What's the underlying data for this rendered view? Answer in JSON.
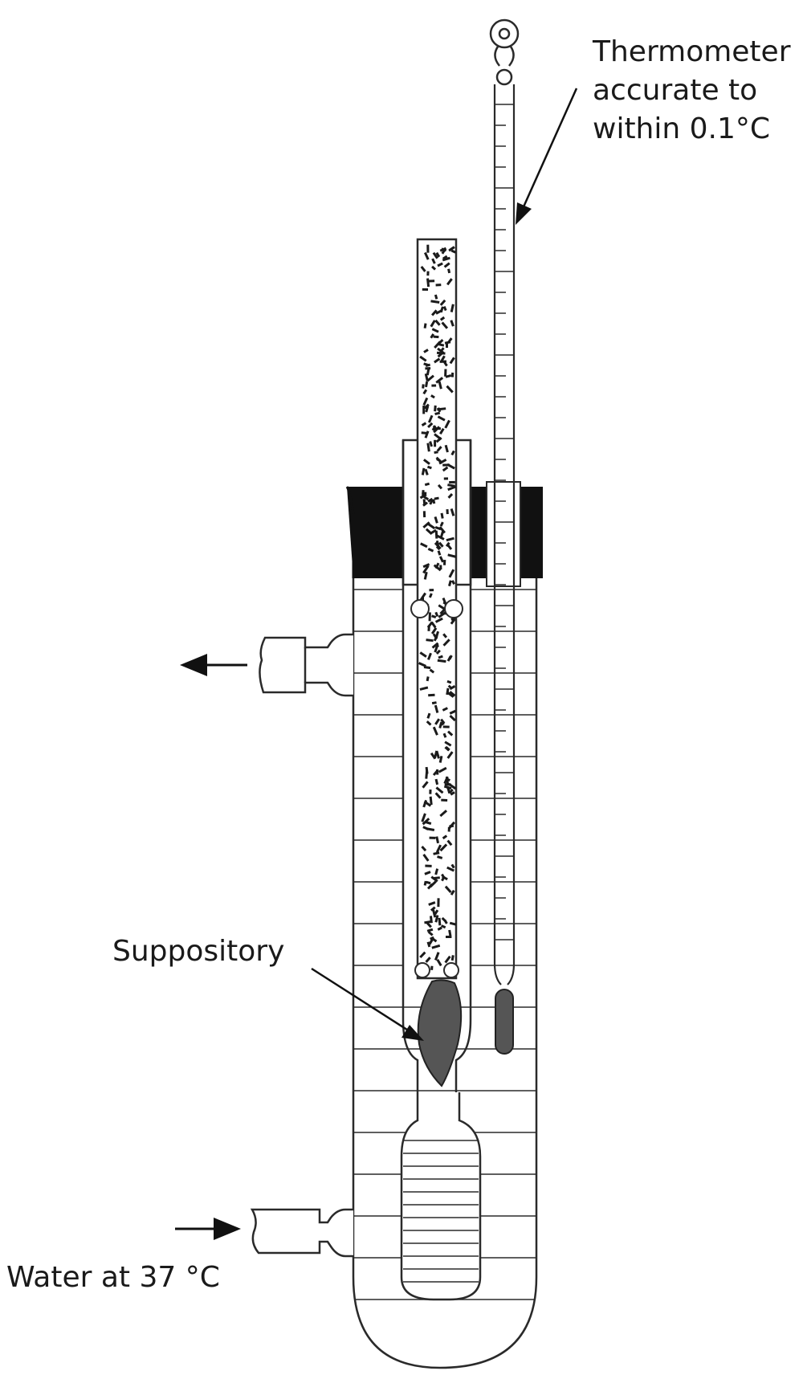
{
  "labels": {
    "thermometer": [
      "Thermometer",
      "accurate to",
      "within 0.1°C"
    ],
    "suppository": "Suppository",
    "water": "Water at 37 °C"
  },
  "colors": {
    "line": "#2a2a2a",
    "fill_dark": "#111111",
    "suppository_fill": "#555555",
    "background": "#ffffff"
  }
}
